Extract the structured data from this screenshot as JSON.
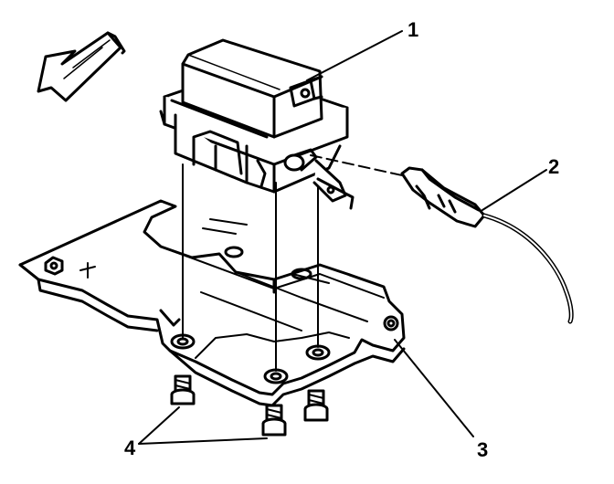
{
  "callouts": {
    "one": "1",
    "two": "2",
    "three": "3",
    "four": "4"
  },
  "colors": {
    "ink": "#000000",
    "fill": "#ffffff",
    "shade": "#d8d8d8"
  }
}
